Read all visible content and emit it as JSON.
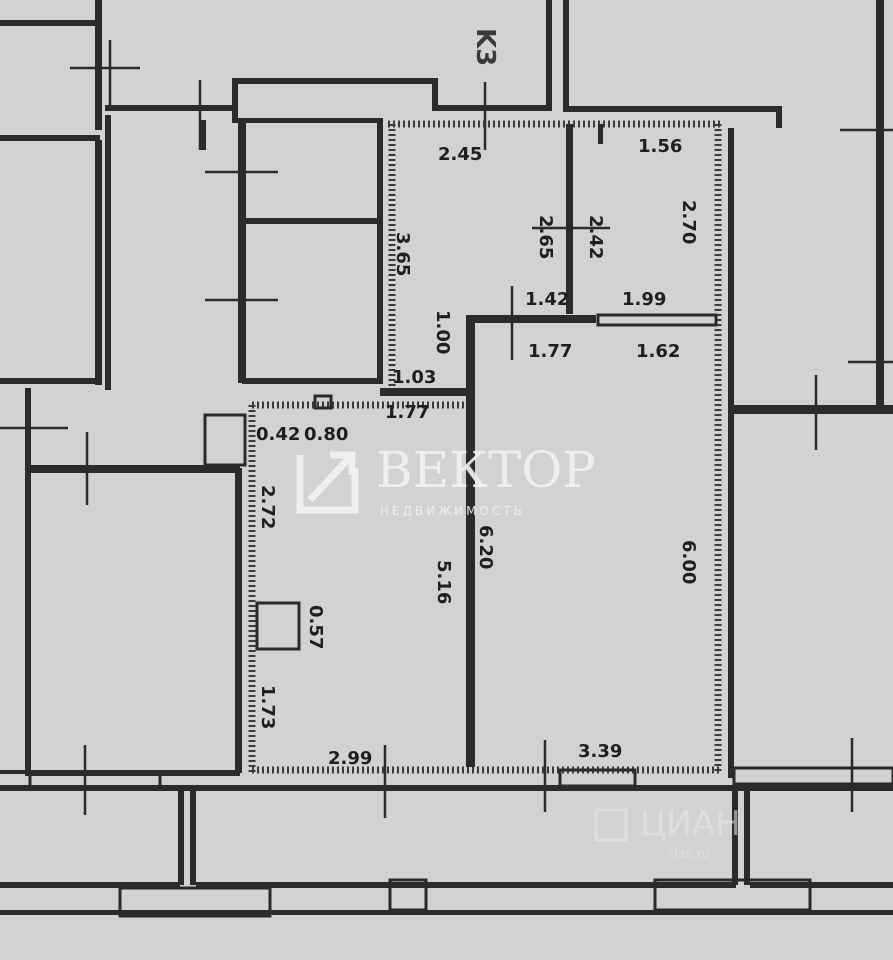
{
  "watermark": {
    "brand": "ВЕКТОР",
    "tagline": "НЕДВИЖИМОСТЬ",
    "secondary": "ЦИАН",
    "secondary_sub": "cian.ru"
  },
  "corner_label": "K3",
  "dimensions": {
    "d_2_45": "2.45",
    "d_1_56": "1.56",
    "d_2_65": "2.65",
    "d_2_42": "2.42",
    "d_2_70": "2.70",
    "d_3_65": "3.65",
    "d_1_42": "1.42",
    "d_1_99": "1.99",
    "d_1_00": "1.00",
    "d_1_77_a": "1.77",
    "d_1_62": "1.62",
    "d_1_03": "1.03",
    "d_0_42": "0.42",
    "d_0_80": "0.80",
    "d_1_77_b": "1.77",
    "d_2_72": "2.72",
    "d_6_20": "6.20",
    "d_5_16": "5.16",
    "d_6_00": "6.00",
    "d_0_57": "0.57",
    "d_1_73": "1.73",
    "d_2_99": "2.99",
    "d_3_39": "3.39"
  }
}
